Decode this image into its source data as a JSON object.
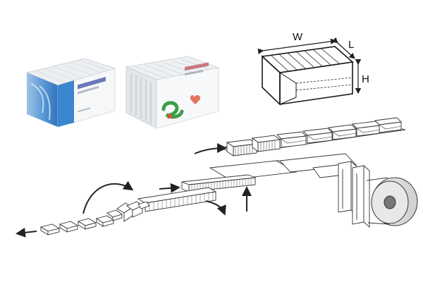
{
  "dimension_labels": {
    "width": "W",
    "length": "L",
    "height": "H"
  },
  "packages": [
    {
      "name": "blue-product-box",
      "logo_text": "",
      "accent_color": "#2f7fc8"
    },
    {
      "name": "white-product-box",
      "logo_text": "",
      "accent_color": "#3aa04a",
      "logo_secondary_color": "#e0503a"
    }
  ],
  "colors": {
    "line": "#333333",
    "arrow": "#222222",
    "roll_fill": "#dcdcdc"
  },
  "icons": [
    "curved-arrow",
    "straight-arrow",
    "film-roll",
    "conveyor"
  ]
}
